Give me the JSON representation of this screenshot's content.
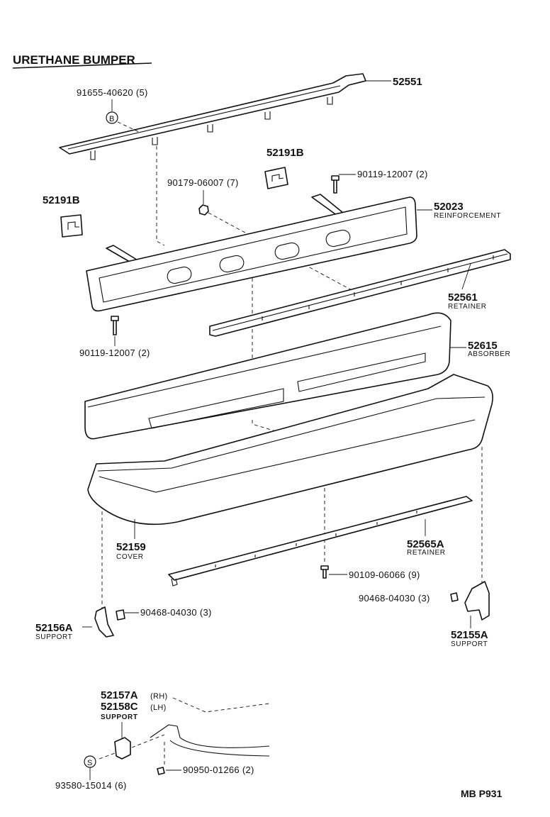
{
  "title": "URETHANE BUMPER",
  "code": "MB P931",
  "labels": {
    "p52551": "52551",
    "p91655": "91655-40620 (5)",
    "p91655_sym": "B",
    "p52191b_a": "52191B",
    "p52191b_b": "52191B",
    "p90179": "90179-06007 (7)",
    "p90119_top": "90119-12007 (2)",
    "p52023": "52023",
    "p52023_sub": "REINFORCEMENT",
    "p52561": "52561",
    "p52561_sub": "RETAINER",
    "p90119_bot": "90119-12007 (2)",
    "p52615": "52615",
    "p52615_sub": "ABSORBER",
    "p52159": "52159",
    "p52159_sub": "COVER",
    "p52565a": "52565A",
    "p52565a_sub": "RETAINER",
    "p90109": "90109-06066 (9)",
    "p90468_r": "90468-04030 (3)",
    "p90468_l": "90468-04030 (3)",
    "p52156a": "52156A",
    "p52156a_sub": "SUPPORT",
    "p52155a": "52155A",
    "p52155a_sub": "SUPPORT",
    "p52157a": "52157A",
    "p52157a_sfx": "(RH)",
    "p52158c": "52158C",
    "p52158c_sfx": "(LH)",
    "p5215x_sub": "SUPPORT",
    "p90950": "90950-01266 (2)",
    "p93580": "93580-15014 (6)",
    "p93580_sym": "S"
  }
}
